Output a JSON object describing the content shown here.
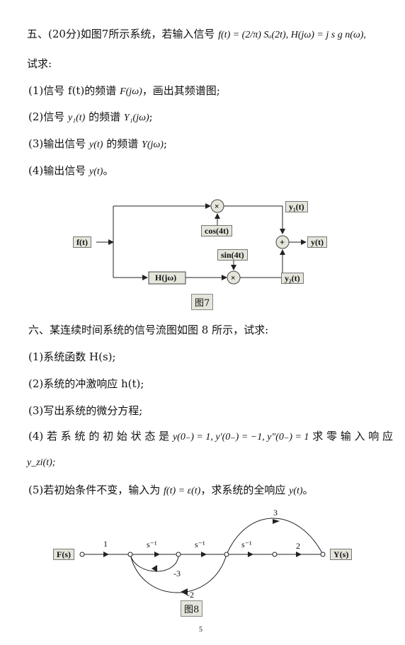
{
  "q5": {
    "header_prefix": "五、(20分)如图7所示系统，若输入信号",
    "header_math": "f(t) = (2/π) Sₐ(2t), H(jω) = j s g n(ω),",
    "header_cont": "试求:",
    "items": [
      {
        "text": "(1)信号 f(t)的频谱",
        "math": "F(jω)",
        "suffix": "，画出其频谱图;"
      },
      {
        "text": "(2)信号",
        "math": "y₁(t)",
        "mid": "的频谱",
        "math2": "Y₁(jω)",
        "suffix": ";"
      },
      {
        "text": "(3)输出信号",
        "math": "y(t)",
        "mid": "的频谱",
        "math2": "Y(jω)",
        "suffix": ";"
      },
      {
        "text": "(4)输出信号",
        "math": "y(t)",
        "suffix": "。"
      }
    ],
    "figure": {
      "input": "f(t)",
      "cos": "cos(4t)",
      "sin": "sin(4t)",
      "filter": "H(jω)",
      "y1": "y₁(t)",
      "y2": "y₂(t)",
      "output": "y(t)",
      "multiply": "×",
      "add": "+",
      "caption": "图7"
    }
  },
  "q6": {
    "header": "六、某连续时间系统的信号流图如图 8 所示，试求:",
    "items": [
      "(1)系统函数 H(s);",
      "(2)系统的冲激响应 h(t);",
      "(3)写出系统的微分方程;"
    ],
    "item4_prefix": "(4) 若 系 统 的 初 始 状 态 是",
    "item4_math": "y(0₋) = 1, y′(0₋) = −1, y″(0₋) = 1",
    "item4_suffix": "求 零 输 入 响 应",
    "item4_cont": "y_zi(t);",
    "item5_prefix": "(5)若初始条件不变，输入为",
    "item5_math": "f(t) = ε(t)",
    "item5_mid": "，求系统的全响应",
    "item5_math2": "y(t)",
    "item5_suffix": "。",
    "figure": {
      "input": "F(s)",
      "output": "Y(s)",
      "gain1": "1",
      "s1": "s⁻¹",
      "s2": "s⁻¹",
      "s3": "s⁻¹",
      "gain2": "2",
      "gain3": "3",
      "fb1": "-3",
      "fb2": "-2",
      "caption": "图8"
    }
  },
  "page_number": "5"
}
